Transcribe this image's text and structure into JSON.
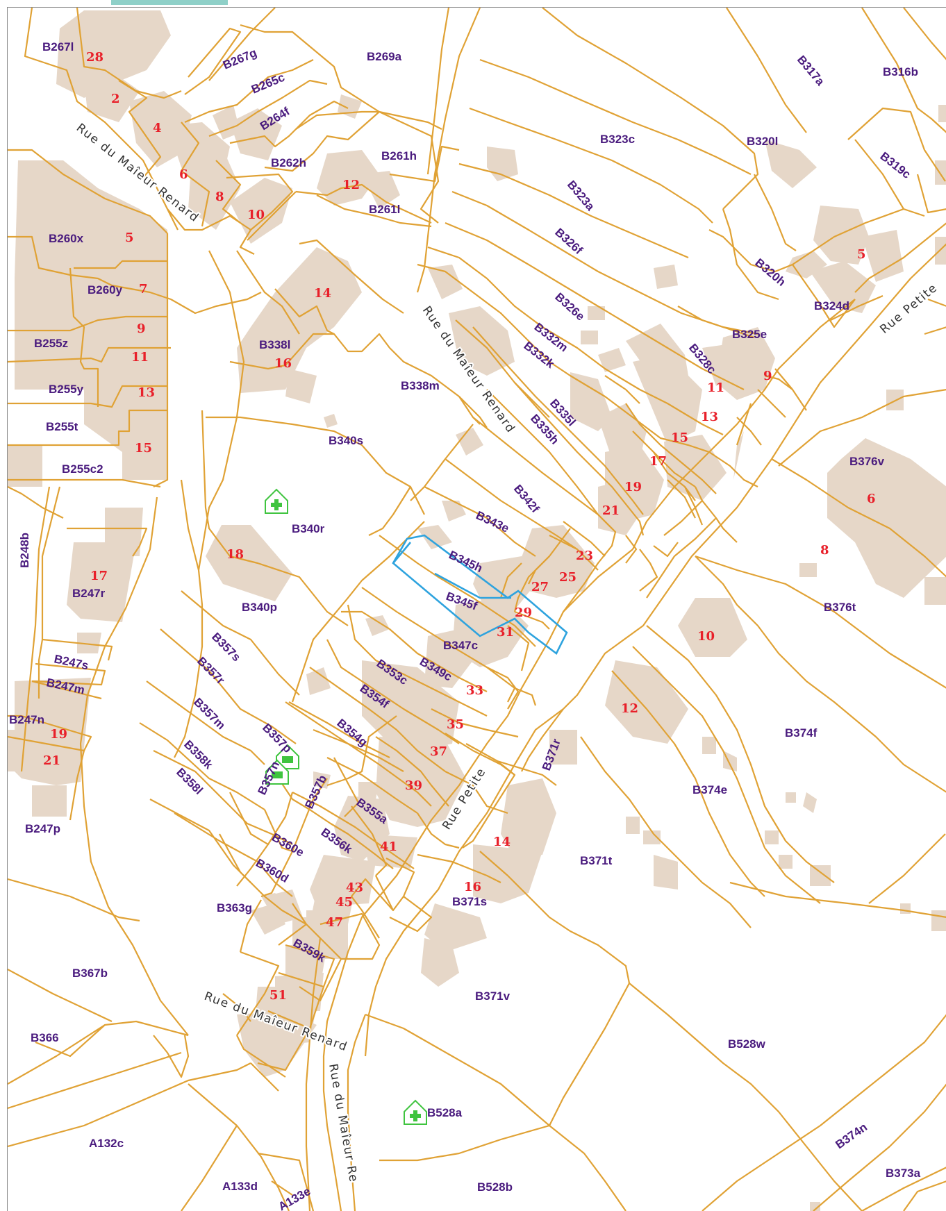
{
  "colors": {
    "parcel_border": "#e0a235",
    "building_fill": "#e6d7c8",
    "parcel_label": "#4a1b7e",
    "house_number": "#e8202a",
    "selected_parcel": "#2ea3de",
    "poi_icon": "#3fc43f"
  },
  "streets": [
    "Rue du Maîeur Renard",
    "Rue du Maîeur Renard",
    "Rue du Maîeur Renard",
    "Rue du Maîeur Re",
    "Rue Petite",
    "Rue Petite"
  ],
  "parcels": [
    "B267l",
    "B267g",
    "B269a",
    "B265c",
    "B264f",
    "B262h",
    "B261h",
    "B261l",
    "B260x",
    "B260y",
    "B255z",
    "B255y",
    "B255t",
    "B255c2",
    "B323c",
    "B320l",
    "B317a",
    "B316b",
    "B319c",
    "B323a",
    "B326f",
    "B320h",
    "B324d",
    "B326e",
    "B332m",
    "B332k",
    "B325e",
    "B328c",
    "B335l",
    "B335h",
    "B338l",
    "B338m",
    "B340s",
    "B376v",
    "B342f",
    "B340r",
    "B343e",
    "B345h",
    "B345f",
    "B347c",
    "B349c",
    "B353c",
    "B354f",
    "B354g",
    "B340p",
    "B357s",
    "B357r",
    "B357m",
    "B357p",
    "B357n",
    "B357b",
    "B358k",
    "B358l",
    "B355a",
    "B356k",
    "B360e",
    "B360d",
    "B363g",
    "B359k",
    "B248b",
    "B247r",
    "B247s",
    "B247m",
    "B247n",
    "B247p",
    "B376t",
    "B374f",
    "B374e",
    "B371r",
    "B371t",
    "B371s",
    "B371v",
    "B367b",
    "B366",
    "B528w",
    "B528a",
    "B528b",
    "B374n",
    "B373a",
    "A132c",
    "A133d",
    "A133e"
  ],
  "house_numbers": [
    "28",
    "2",
    "4",
    "6",
    "8",
    "10",
    "12",
    "5",
    "7",
    "9",
    "11",
    "13",
    "15",
    "14",
    "16",
    "5",
    "9",
    "11",
    "13",
    "15",
    "17",
    "19",
    "21",
    "23",
    "25",
    "27",
    "29",
    "31",
    "33",
    "35",
    "37",
    "39",
    "41",
    "43",
    "45",
    "47",
    "51",
    "18",
    "17",
    "19",
    "21",
    "6",
    "8",
    "10",
    "12",
    "14",
    "16"
  ],
  "poi_icons": [
    "health-icon",
    "health-icon",
    "health-icon",
    "health-icon"
  ]
}
